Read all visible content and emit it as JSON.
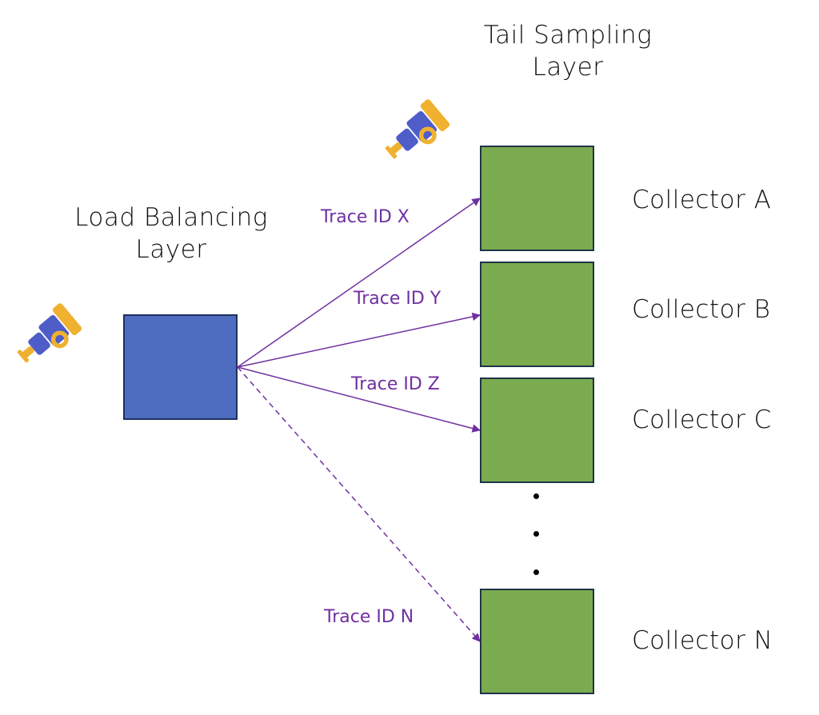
{
  "diagram": {
    "load_balancing_layer": {
      "title_line1": "Load Balancing",
      "title_line2": "Layer",
      "color": "#4e6dc1",
      "icon": "telescope-icon"
    },
    "tail_sampling_layer": {
      "title_line1": "Tail Sampling",
      "title_line2": "Layer",
      "color": "#7aac4f",
      "icon": "telescope-icon"
    },
    "collectors": [
      {
        "label": "Collector A"
      },
      {
        "label": "Collector B"
      },
      {
        "label": "Collector C"
      },
      {
        "label": "Collector N"
      }
    ],
    "ellipsis": "...",
    "edges": [
      {
        "from": "load-balancer",
        "to": "Collector A",
        "label": "Trace ID X",
        "style": "solid"
      },
      {
        "from": "load-balancer",
        "to": "Collector B",
        "label": "Trace ID Y",
        "style": "solid"
      },
      {
        "from": "load-balancer",
        "to": "Collector C",
        "label": "Trace ID Z",
        "style": "solid"
      },
      {
        "from": "load-balancer",
        "to": "Collector N",
        "label": "Trace ID N",
        "style": "dashed"
      }
    ],
    "edge_color": "#7030a0",
    "icon_colors": {
      "primary": "#4e5dc8",
      "accent": "#f0b030"
    }
  }
}
